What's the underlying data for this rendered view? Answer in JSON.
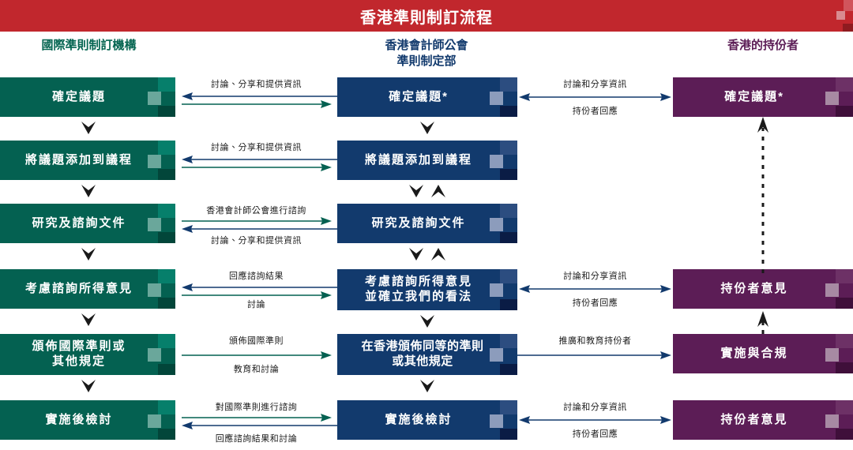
{
  "header": {
    "title": "香港準則制訂流程",
    "background_color": "#c1272d",
    "text_color": "#ffffff"
  },
  "columns": [
    {
      "id": "international",
      "header": "國際準則制訂機構",
      "color": "#046151",
      "header_text_color": "#056551"
    },
    {
      "id": "hkicpa",
      "header_line1": "香港會計師公會",
      "header_line2": "準則制定部",
      "color": "#123a6d",
      "header_text_color": "#123a6d"
    },
    {
      "id": "stakeholders",
      "header": "香港的持份者",
      "color": "#5c1d56",
      "header_text_color": "#5c1d56"
    }
  ],
  "rows": [
    {
      "left": "確定議題",
      "center": "確定議題*",
      "right": "確定議題*",
      "left_conn": {
        "top_label": "討論、分享和提供資訊",
        "bottom_label": "",
        "top_dir": "left",
        "top_color": "#123a6d",
        "bottom_dir": "right",
        "bottom_color": "#046151"
      },
      "right_conn": {
        "top_label": "討論和分享資訊",
        "bottom_label": "持份者回應",
        "style": "double"
      }
    },
    {
      "left": "將議題添加到議程",
      "center": "將議題添加到議程",
      "right": "",
      "left_conn": {
        "top_label": "討論、分享和提供資訊",
        "bottom_label": "",
        "top_dir": "left",
        "top_color": "#123a6d",
        "bottom_dir": "right",
        "bottom_color": "#046151"
      },
      "right_conn": null
    },
    {
      "left": "研究及諮詢文件",
      "center": "研究及諮詢文件",
      "right": "",
      "left_conn": {
        "top_label": "香港會計師公會進行諮詢",
        "bottom_label": "討論、分享和提供資訊",
        "top_dir": "right",
        "top_color": "#046151",
        "bottom_dir": "left",
        "bottom_color": "#123a6d"
      },
      "right_conn": null
    },
    {
      "left": "考慮諮詢所得意見",
      "center_line1": "考慮諮詢所得意見",
      "center_line2": "並確立我們的看法",
      "right": "持份者意見",
      "left_conn": {
        "top_label": "回應諮詢結果",
        "bottom_label": "討論",
        "top_dir": "left",
        "top_color": "#123a6d",
        "bottom_dir": "right",
        "bottom_color": "#046151"
      },
      "right_conn": {
        "top_label": "討論和分享資訊",
        "bottom_label": "持份者回應",
        "style": "double"
      }
    },
    {
      "left_line1": "頒佈國際準則或",
      "left_line2": "其他規定",
      "center_line1": "在香港頒佈同等的準則",
      "center_line2": "或其他規定",
      "right": "實施與合規",
      "left_conn": {
        "top_label": "頒佈國際準則",
        "bottom_label": "教育和討論",
        "single_dir": "right",
        "single_color": "#046151"
      },
      "right_conn": {
        "top_label": "推廣和教育持份者",
        "style": "single-right"
      }
    },
    {
      "left": "實施後檢討",
      "center": "實施後檢討",
      "right": "持份者意見",
      "left_conn": {
        "top_label": "對國際準則進行諮詢",
        "bottom_label": "回應諮詢結果和討論",
        "top_dir": "right",
        "top_color": "#046151",
        "bottom_dir": "left",
        "bottom_color": "#123a6d"
      },
      "right_conn": {
        "top_label": "討論和分享資訊",
        "bottom_label": "持份者回應",
        "style": "double"
      }
    }
  ],
  "icons": {
    "down_chevron": "chevron-down-icon",
    "up_chevron": "chevron-up-icon",
    "arrow_left": "arrow-left-icon",
    "arrow_right": "arrow-right-icon",
    "arrow_double": "arrow-double-icon",
    "dashed_up_arrow": "dashed-arrow-up-icon"
  },
  "palette": {
    "red": "#c1272d",
    "green": "#046151",
    "blue": "#123a6d",
    "purple": "#5c1d56",
    "text_dark": "#1a1a1a"
  }
}
